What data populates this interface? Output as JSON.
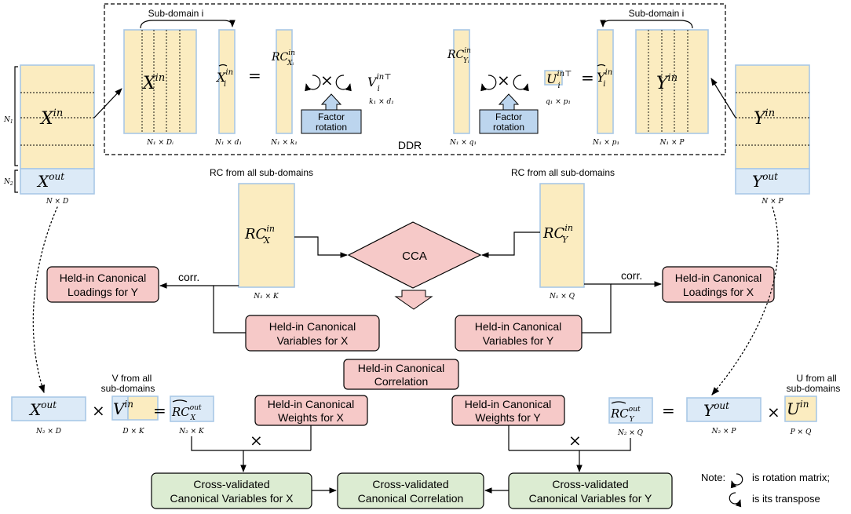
{
  "ddr": {
    "label": "DDR",
    "subdomain_left": "Sub-domain i",
    "subdomain_right": "Sub-domain i",
    "factor_rotation_line1": "Factor",
    "factor_rotation_line2": "rotation",
    "equals": "=",
    "times": "×"
  },
  "x_matrix": {
    "main": "X",
    "sup": "in",
    "out_main": "X",
    "out_sup": "out",
    "dim": "N × D",
    "n1": "N",
    "n1_sub": "1",
    "n2": "N",
    "n2_sub": "2"
  },
  "y_matrix": {
    "main": "Y",
    "sup": "in",
    "out_main": "Y",
    "out_sup": "out",
    "dim": "N × P"
  },
  "ddr_left": {
    "xin_main": "X",
    "xin_sup": "in",
    "xin_dim": "N₁ × Dᵢ",
    "xi_main": "X",
    "xi_sup": "in",
    "xi_sub": "i",
    "xi_dim": "N₁ × d₁",
    "rc_main": "RC",
    "rc_sup": "in",
    "rc_sub": "Xᵢ",
    "rc_dim": "N₁ × k₁",
    "v_main": "V",
    "v_sup": "in⊤",
    "v_sub": "i",
    "v_dim": "k₁ × d₁"
  },
  "ddr_right": {
    "rc_main": "RC",
    "rc_sup": "in",
    "rc_sub": "Yᵢ",
    "rc_dim": "N₁ × q₁",
    "u_main": "U",
    "u_sup": "in⊤",
    "u_sub": "i",
    "u_dim": "q₁ × p₁",
    "yi_main": "Y",
    "yi_sup": "in",
    "yi_sub": "i",
    "yi_dim": "N₁ × p₁",
    "yin_main": "Y",
    "yin_sup": "in",
    "yin_dim": "N₁ × P"
  },
  "cca": {
    "label": "CCA",
    "rc_all_left": "RC from all sub-domains",
    "rc_all_right": "RC from all sub-domains",
    "rcx_main": "RC",
    "rcx_sup": "in",
    "rcx_sub": "X",
    "rcx_dim": "N₁ × K",
    "rcy_main": "RC",
    "rcy_sup": "in",
    "rcy_sub": "Y",
    "rcy_dim": "N₁ × Q",
    "corr_left": "corr.",
    "corr_right": "corr."
  },
  "heldin": {
    "loadings_y_1": "Held-in Canonical",
    "loadings_y_2": "Loadings for Y",
    "loadings_x_1": "Held-in Canonical",
    "loadings_x_2": "Loadings for X",
    "variables_x_1": "Held-in Canonical",
    "variables_x_2": "Variables for X",
    "variables_y_1": "Held-in Canonical",
    "variables_y_2": "Variables for Y",
    "correlation_1": "Held-in Canonical",
    "correlation_2": "Correlation",
    "weights_x_1": "Held-in Canonical",
    "weights_x_2": "Weights for X",
    "weights_y_1": "Held-in Canonical",
    "weights_y_2": "Weights for Y"
  },
  "bottom_left": {
    "xout_main": "X",
    "xout_sup": "out",
    "xout_dim": "N₂ × D",
    "v_note_1": "V from all",
    "v_note_2": "sub-domains",
    "vin_main": "V",
    "vin_sup": "in",
    "vin_dim": "D × K",
    "rc_main": "RC",
    "rc_sup": "out",
    "rc_sub": "X",
    "rc_dim": "N₂ × K"
  },
  "bottom_right": {
    "rc_main": "RC",
    "rc_sup": "out",
    "rc_sub": "Y",
    "rc_dim": "N₂ × Q",
    "yout_main": "Y",
    "yout_sup": "out",
    "yout_dim": "N₂ × P",
    "u_note_1": "U from all",
    "u_note_2": "sub-domains",
    "uin_main": "U",
    "uin_sup": "in",
    "uin_dim": "P × Q"
  },
  "crossval": {
    "vars_x_1": "Cross-validated",
    "vars_x_2": "Canonical Variables for X",
    "corr_1": "Cross-validated",
    "corr_2": "Canonical Correlation",
    "vars_y_1": "Cross-validated",
    "vars_y_2": "Canonical Variables for Y"
  },
  "note": {
    "line1_prefix": "Note:",
    "line1_suffix": "is rotation matrix;",
    "line2_suffix": "is its transpose"
  },
  "colors": {
    "matrix_in": "#fbecc0",
    "matrix_out": "#dceaf7",
    "heldin_box": "#f6c9c8",
    "crossval_box": "#dcecd2",
    "factor_box": "#bcd5ee"
  }
}
